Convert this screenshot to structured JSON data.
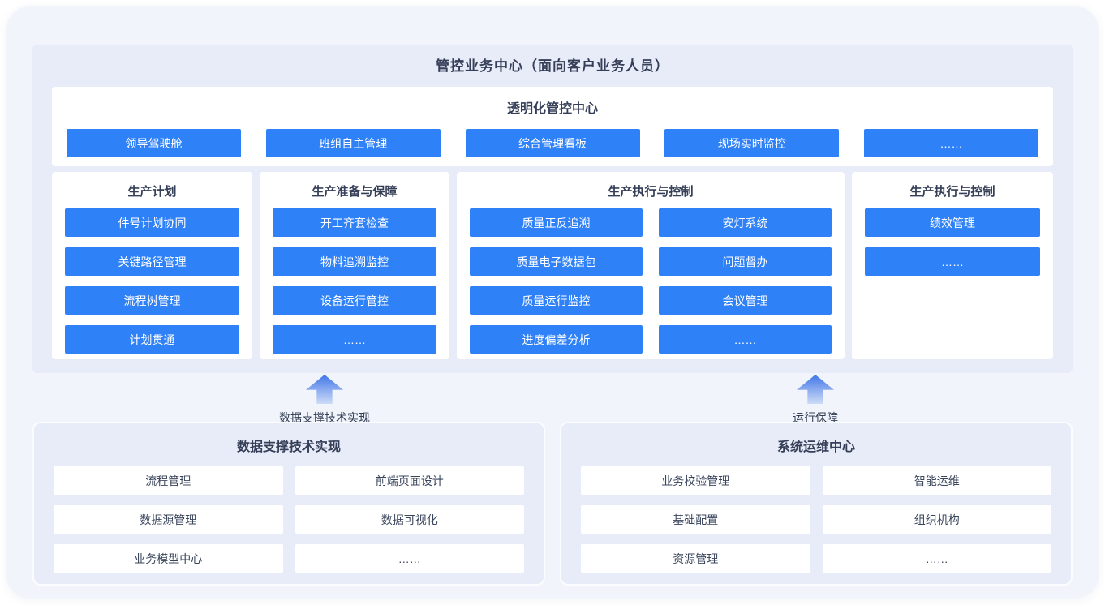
{
  "colors": {
    "accent_blue": "#2F81F8",
    "panel_lavender": "#E8EBF8",
    "outer_background": "#F1F4FB",
    "card_white": "#FFFFFF",
    "title_dark": "#353F58"
  },
  "top_section": {
    "title": "管控业务中心（面向客户业务人员）",
    "transparent_center": {
      "title": "透明化管控中心",
      "items": [
        "领导驾驶舱",
        "班组自主管理",
        "综合管理看板",
        "现场实时监控",
        "……"
      ]
    },
    "columns": [
      {
        "title": "生产计划",
        "items": [
          "件号计划协同",
          "关键路径管理",
          "流程树管理",
          "计划贯通"
        ]
      },
      {
        "title": "生产准备与保障",
        "items": [
          "开工齐套检查",
          "物料追溯监控",
          "设备运行管控",
          "……"
        ]
      },
      {
        "title": "生产执行与控制",
        "left_items": [
          "质量正反追溯",
          "质量电子数据包",
          "质量运行监控",
          "进度偏差分析"
        ],
        "right_items": [
          "安灯系统",
          "问题督办",
          "会议管理",
          "……"
        ]
      },
      {
        "title": "生产执行与控制",
        "items": [
          "绩效管理",
          "……"
        ]
      }
    ]
  },
  "arrows": [
    {
      "label": "数据支撑技术实现",
      "icon": "up-arrow"
    },
    {
      "label": "运行保障",
      "icon": "up-arrow"
    }
  ],
  "bottom_sections": [
    {
      "title": "数据支撑技术实现",
      "items": [
        "流程管理",
        "前端页面设计",
        "数据源管理",
        "数据可视化",
        "业务模型中心",
        "……"
      ]
    },
    {
      "title": "系统运维中心",
      "items": [
        "业务校验管理",
        "智能运维",
        "基础配置",
        "组织机构",
        "资源管理",
        "……"
      ]
    }
  ]
}
